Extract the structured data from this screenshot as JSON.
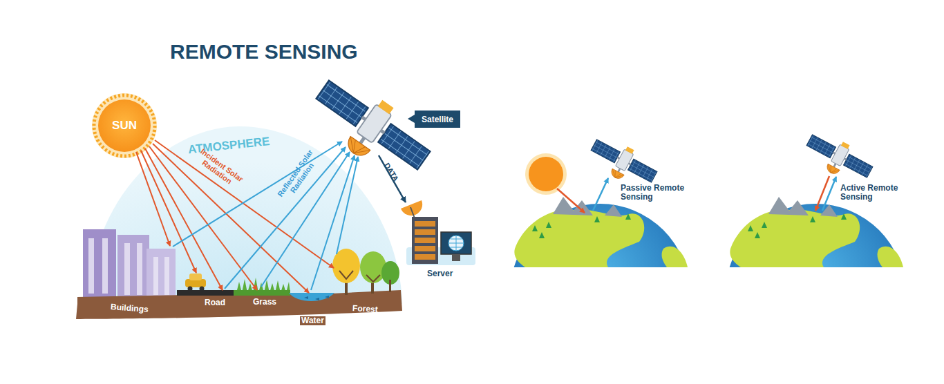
{
  "diagram": {
    "title": "REMOTE SENSING",
    "nodes": [
      {
        "text": [
          "SUN"
        ]
      },
      {
        "text": [
          "Satellite"
        ]
      }
    ],
    "labels": [
      "ATMOSPHERE",
      "Incident Solar Radiation",
      "Reflected Solar Radiation",
      "DATA",
      "Server",
      "Buildings",
      "Road",
      "Grass",
      "Water",
      "Forest",
      "Passive Remote Sensing",
      "Active Remote Sensing"
    ]
  }
}
